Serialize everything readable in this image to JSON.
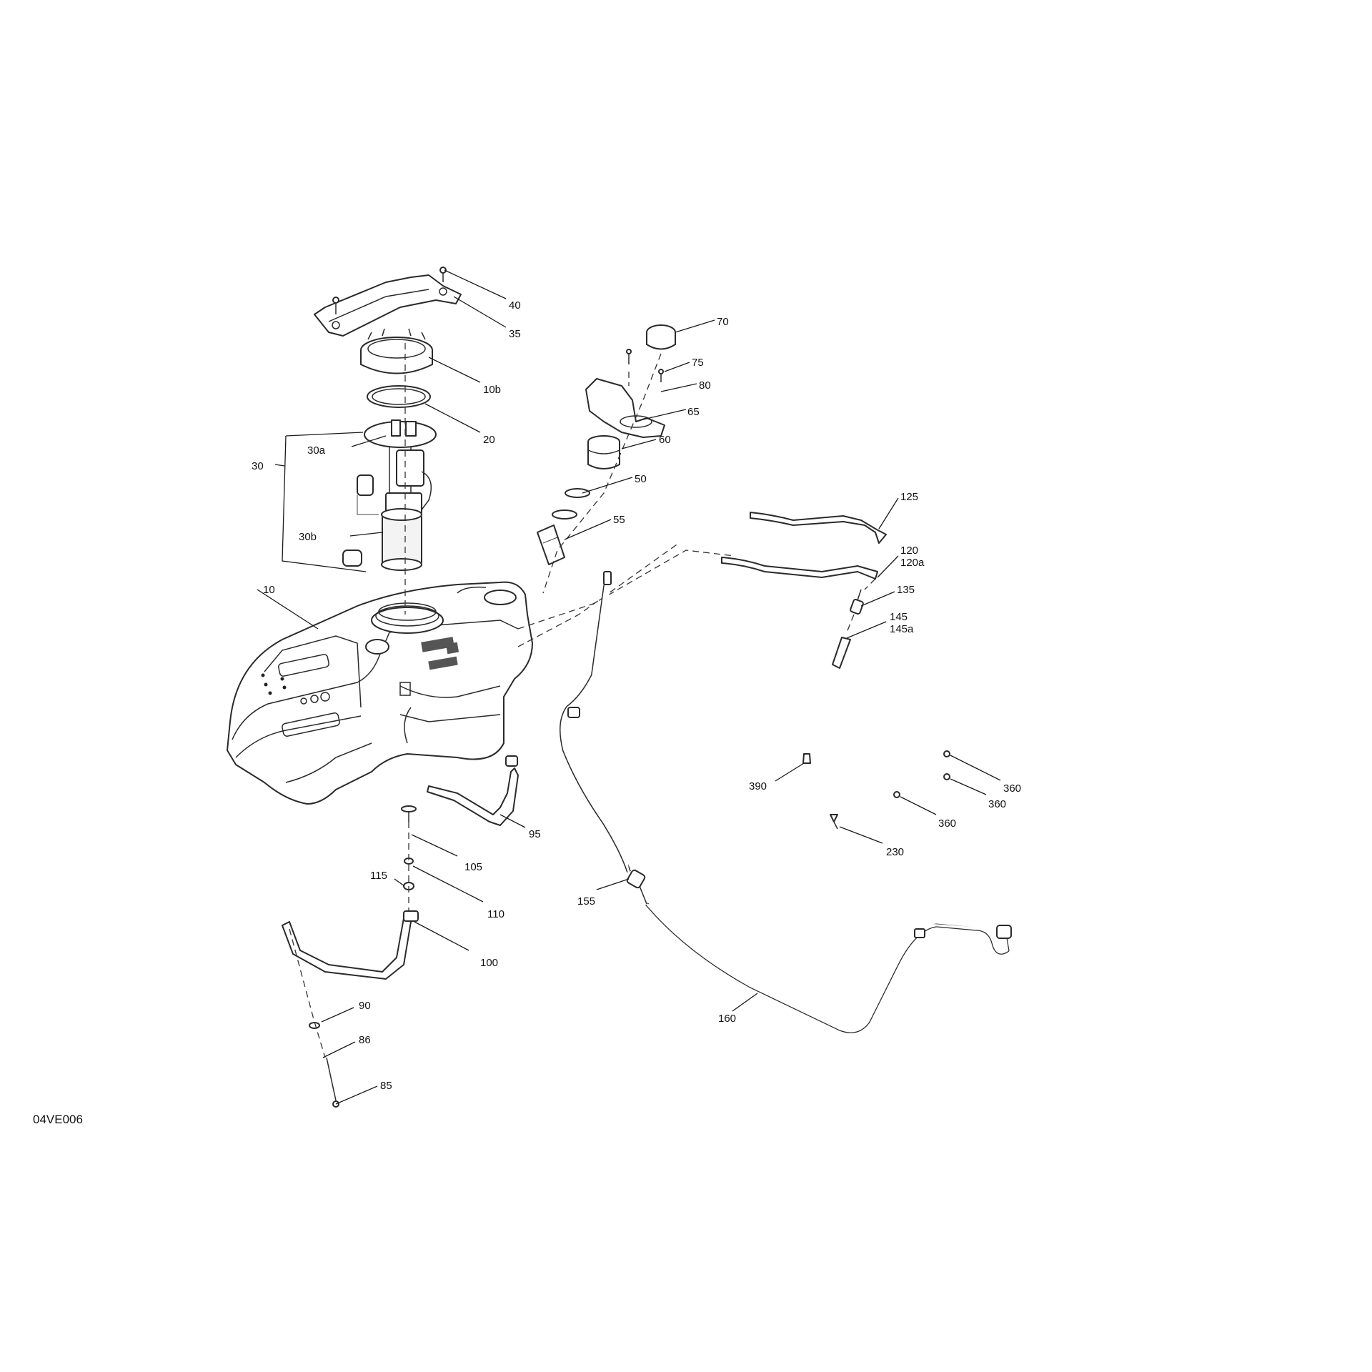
{
  "diagram": {
    "reference_code": "04VE006",
    "callouts": [
      "40",
      "35",
      "10b",
      "20",
      "30",
      "30a",
      "30b",
      "10",
      "70",
      "75",
      "80",
      "65",
      "60",
      "50",
      "55",
      "125",
      "120",
      "120a",
      "135",
      "145",
      "145a",
      "390",
      "360",
      "230",
      "95",
      "105",
      "110",
      "115",
      "100",
      "90",
      "86",
      "85",
      "155",
      "160"
    ]
  }
}
